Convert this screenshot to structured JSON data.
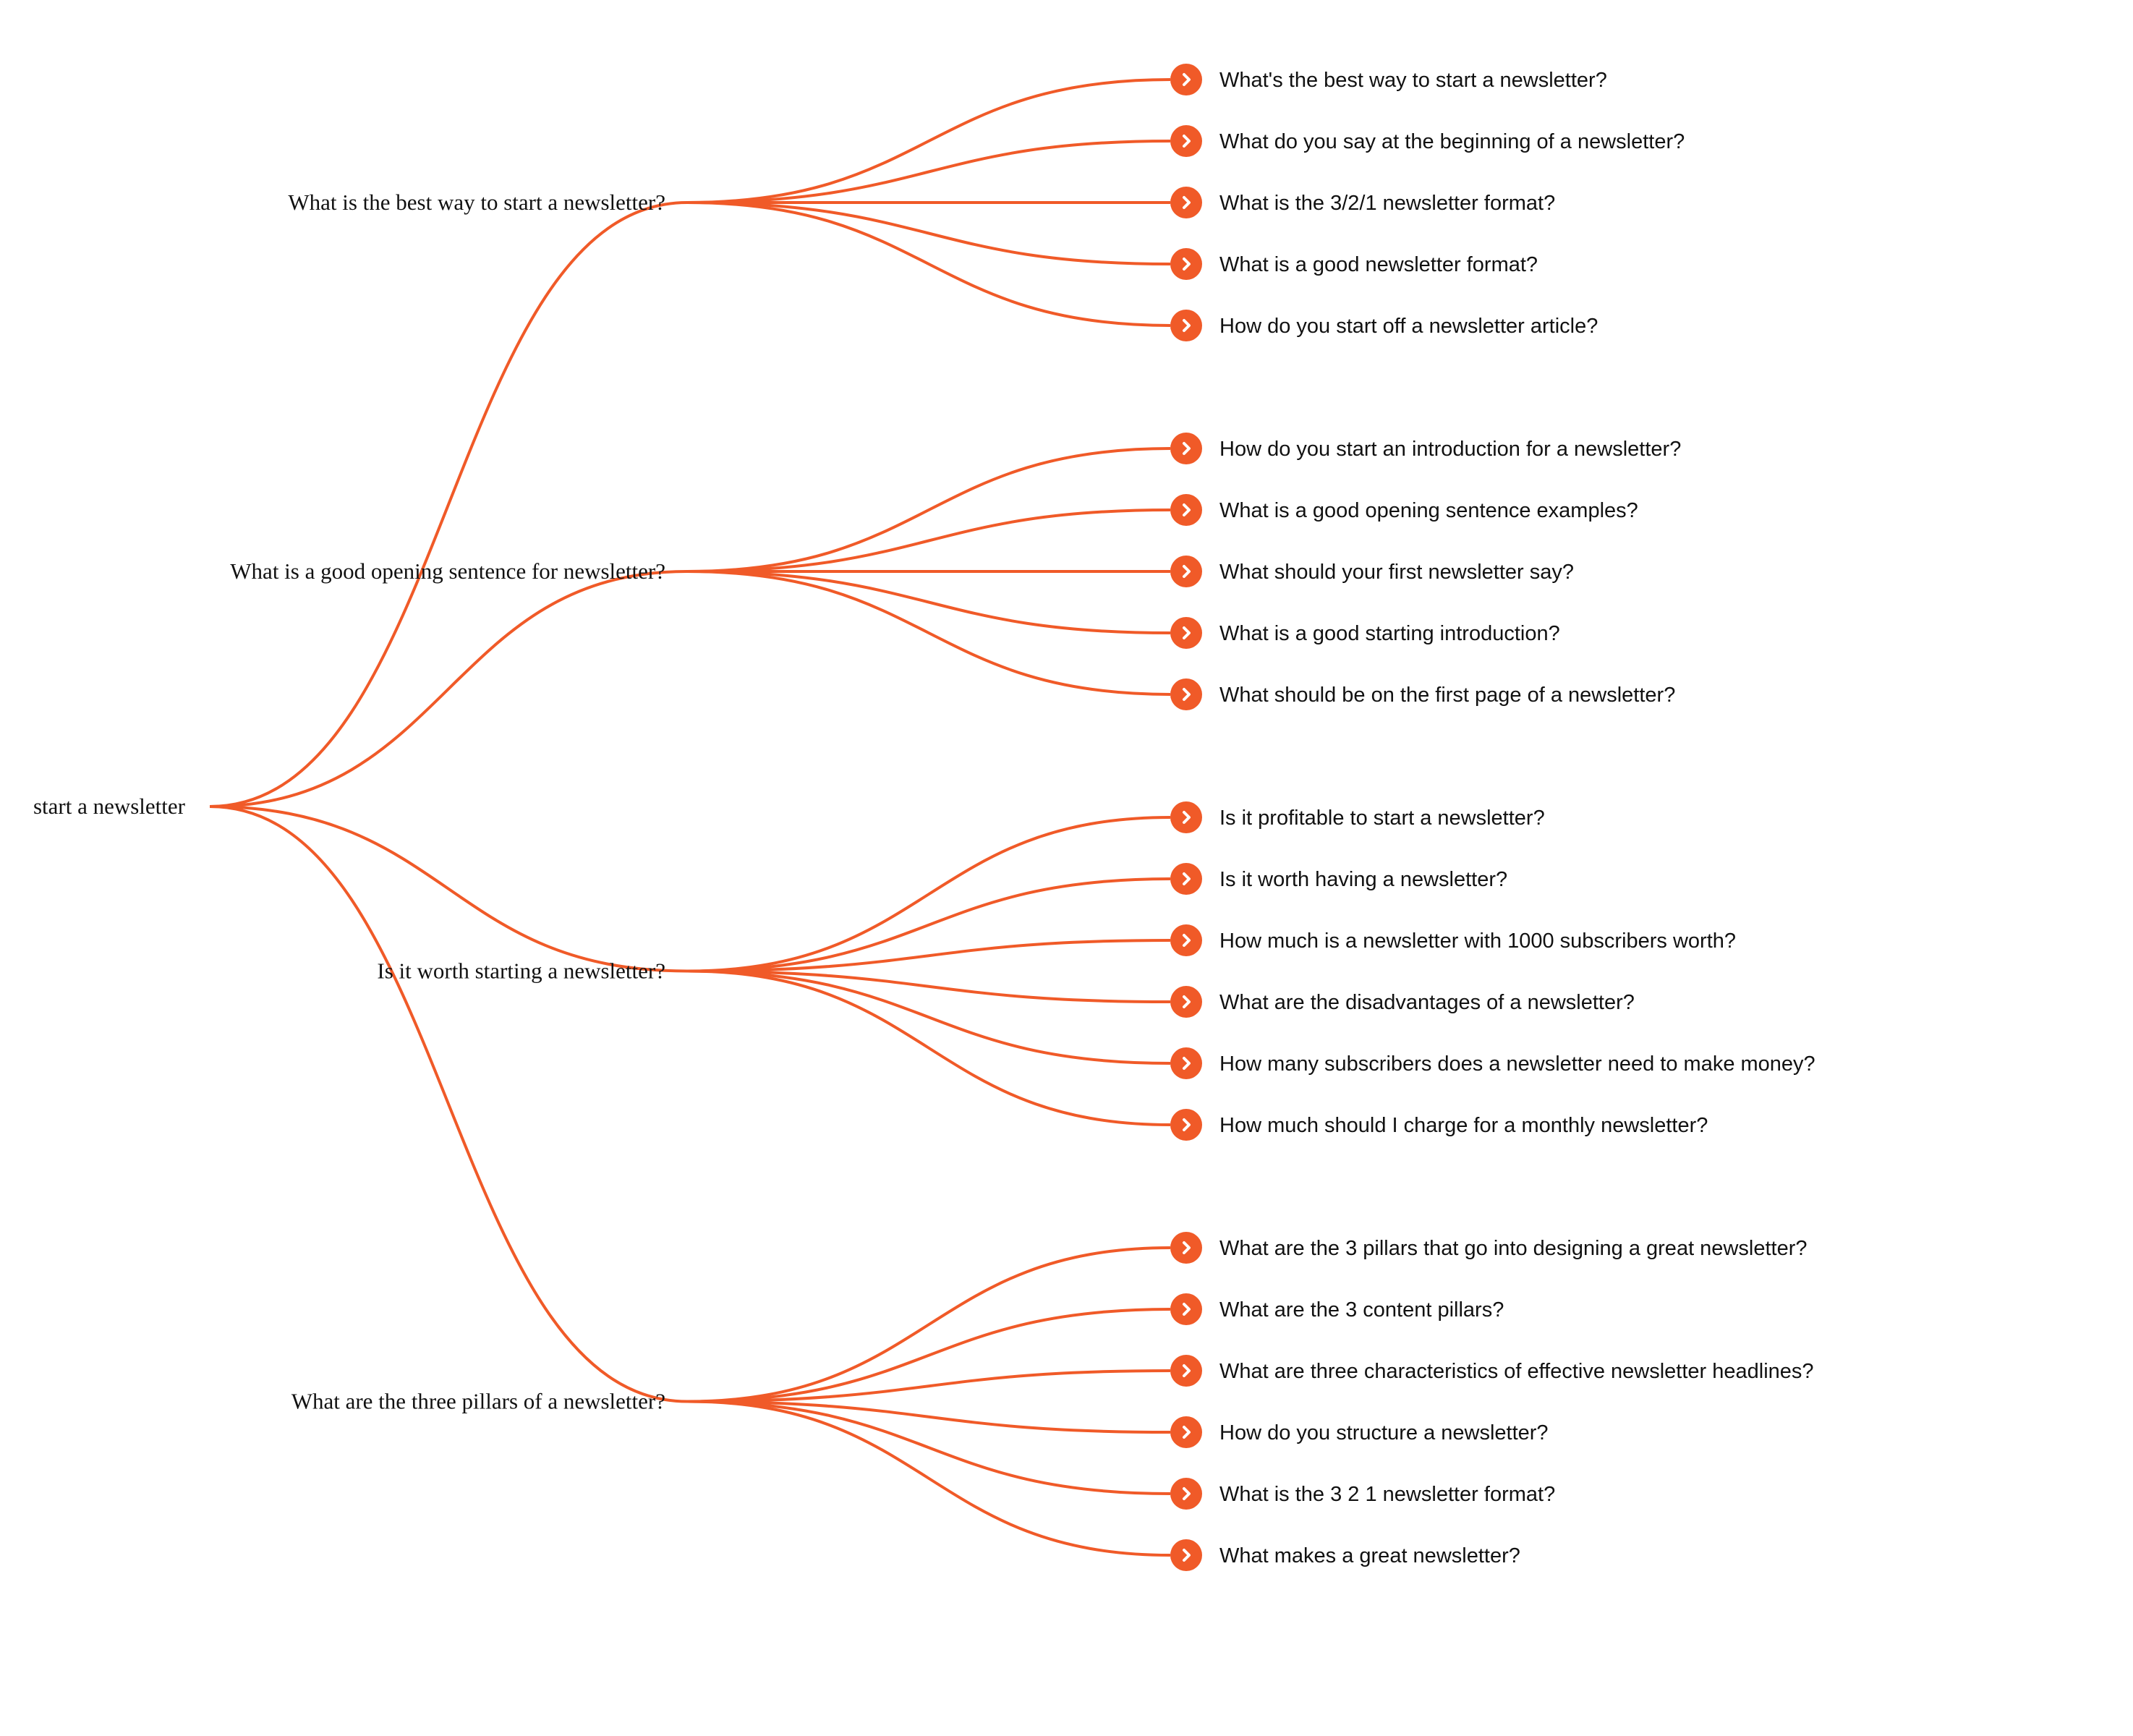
{
  "colors": {
    "accent": "#f05a28",
    "text": "#111111",
    "background": "#ffffff"
  },
  "root": {
    "label": "start a newsletter"
  },
  "branches": [
    {
      "label": "What is the best way to start a newsletter?",
      "leaves": [
        {
          "icon": "chevron-right-icon",
          "label": "What's the best way to start a newsletter?"
        },
        {
          "icon": "chevron-right-icon",
          "label": "What do you say at the beginning of a newsletter?"
        },
        {
          "icon": "chevron-right-icon",
          "label": "What is the 3/2/1 newsletter format?"
        },
        {
          "icon": "chevron-right-icon",
          "label": "What is a good newsletter format?"
        },
        {
          "icon": "chevron-right-icon",
          "label": "How do you start off a newsletter article?"
        }
      ]
    },
    {
      "label": "What is a good opening sentence for newsletter?",
      "leaves": [
        {
          "icon": "chevron-right-icon",
          "label": "How do you start an introduction for a newsletter?"
        },
        {
          "icon": "chevron-right-icon",
          "label": "What is a good opening sentence examples?"
        },
        {
          "icon": "chevron-right-icon",
          "label": "What should your first newsletter say?"
        },
        {
          "icon": "chevron-right-icon",
          "label": "What is a good starting introduction?"
        },
        {
          "icon": "chevron-right-icon",
          "label": "What should be on the first page of a newsletter?"
        }
      ]
    },
    {
      "label": "Is it worth starting a newsletter?",
      "leaves": [
        {
          "icon": "chevron-right-icon",
          "label": "Is it profitable to start a newsletter?"
        },
        {
          "icon": "chevron-right-icon",
          "label": "Is it worth having a newsletter?"
        },
        {
          "icon": "chevron-right-icon",
          "label": "How much is a newsletter with 1000 subscribers worth?"
        },
        {
          "icon": "chevron-right-icon",
          "label": "What are the disadvantages of a newsletter?"
        },
        {
          "icon": "chevron-right-icon",
          "label": "How many subscribers does a newsletter need to make money?"
        },
        {
          "icon": "chevron-right-icon",
          "label": "How much should I charge for a monthly newsletter?"
        }
      ]
    },
    {
      "label": "What are the three pillars of a newsletter?",
      "leaves": [
        {
          "icon": "chevron-right-icon",
          "label": "What are the 3 pillars that go into designing a great newsletter?"
        },
        {
          "icon": "chevron-right-icon",
          "label": "What are the 3 content pillars?"
        },
        {
          "icon": "chevron-right-icon",
          "label": "What are three characteristics of effective newsletter headlines?"
        },
        {
          "icon": "chevron-right-icon",
          "label": "How do you structure a newsletter?"
        },
        {
          "icon": "chevron-right-icon",
          "label": "What is the 3 2 1 newsletter format?"
        },
        {
          "icon": "chevron-right-icon",
          "label": "What makes a great newsletter?"
        }
      ]
    }
  ]
}
